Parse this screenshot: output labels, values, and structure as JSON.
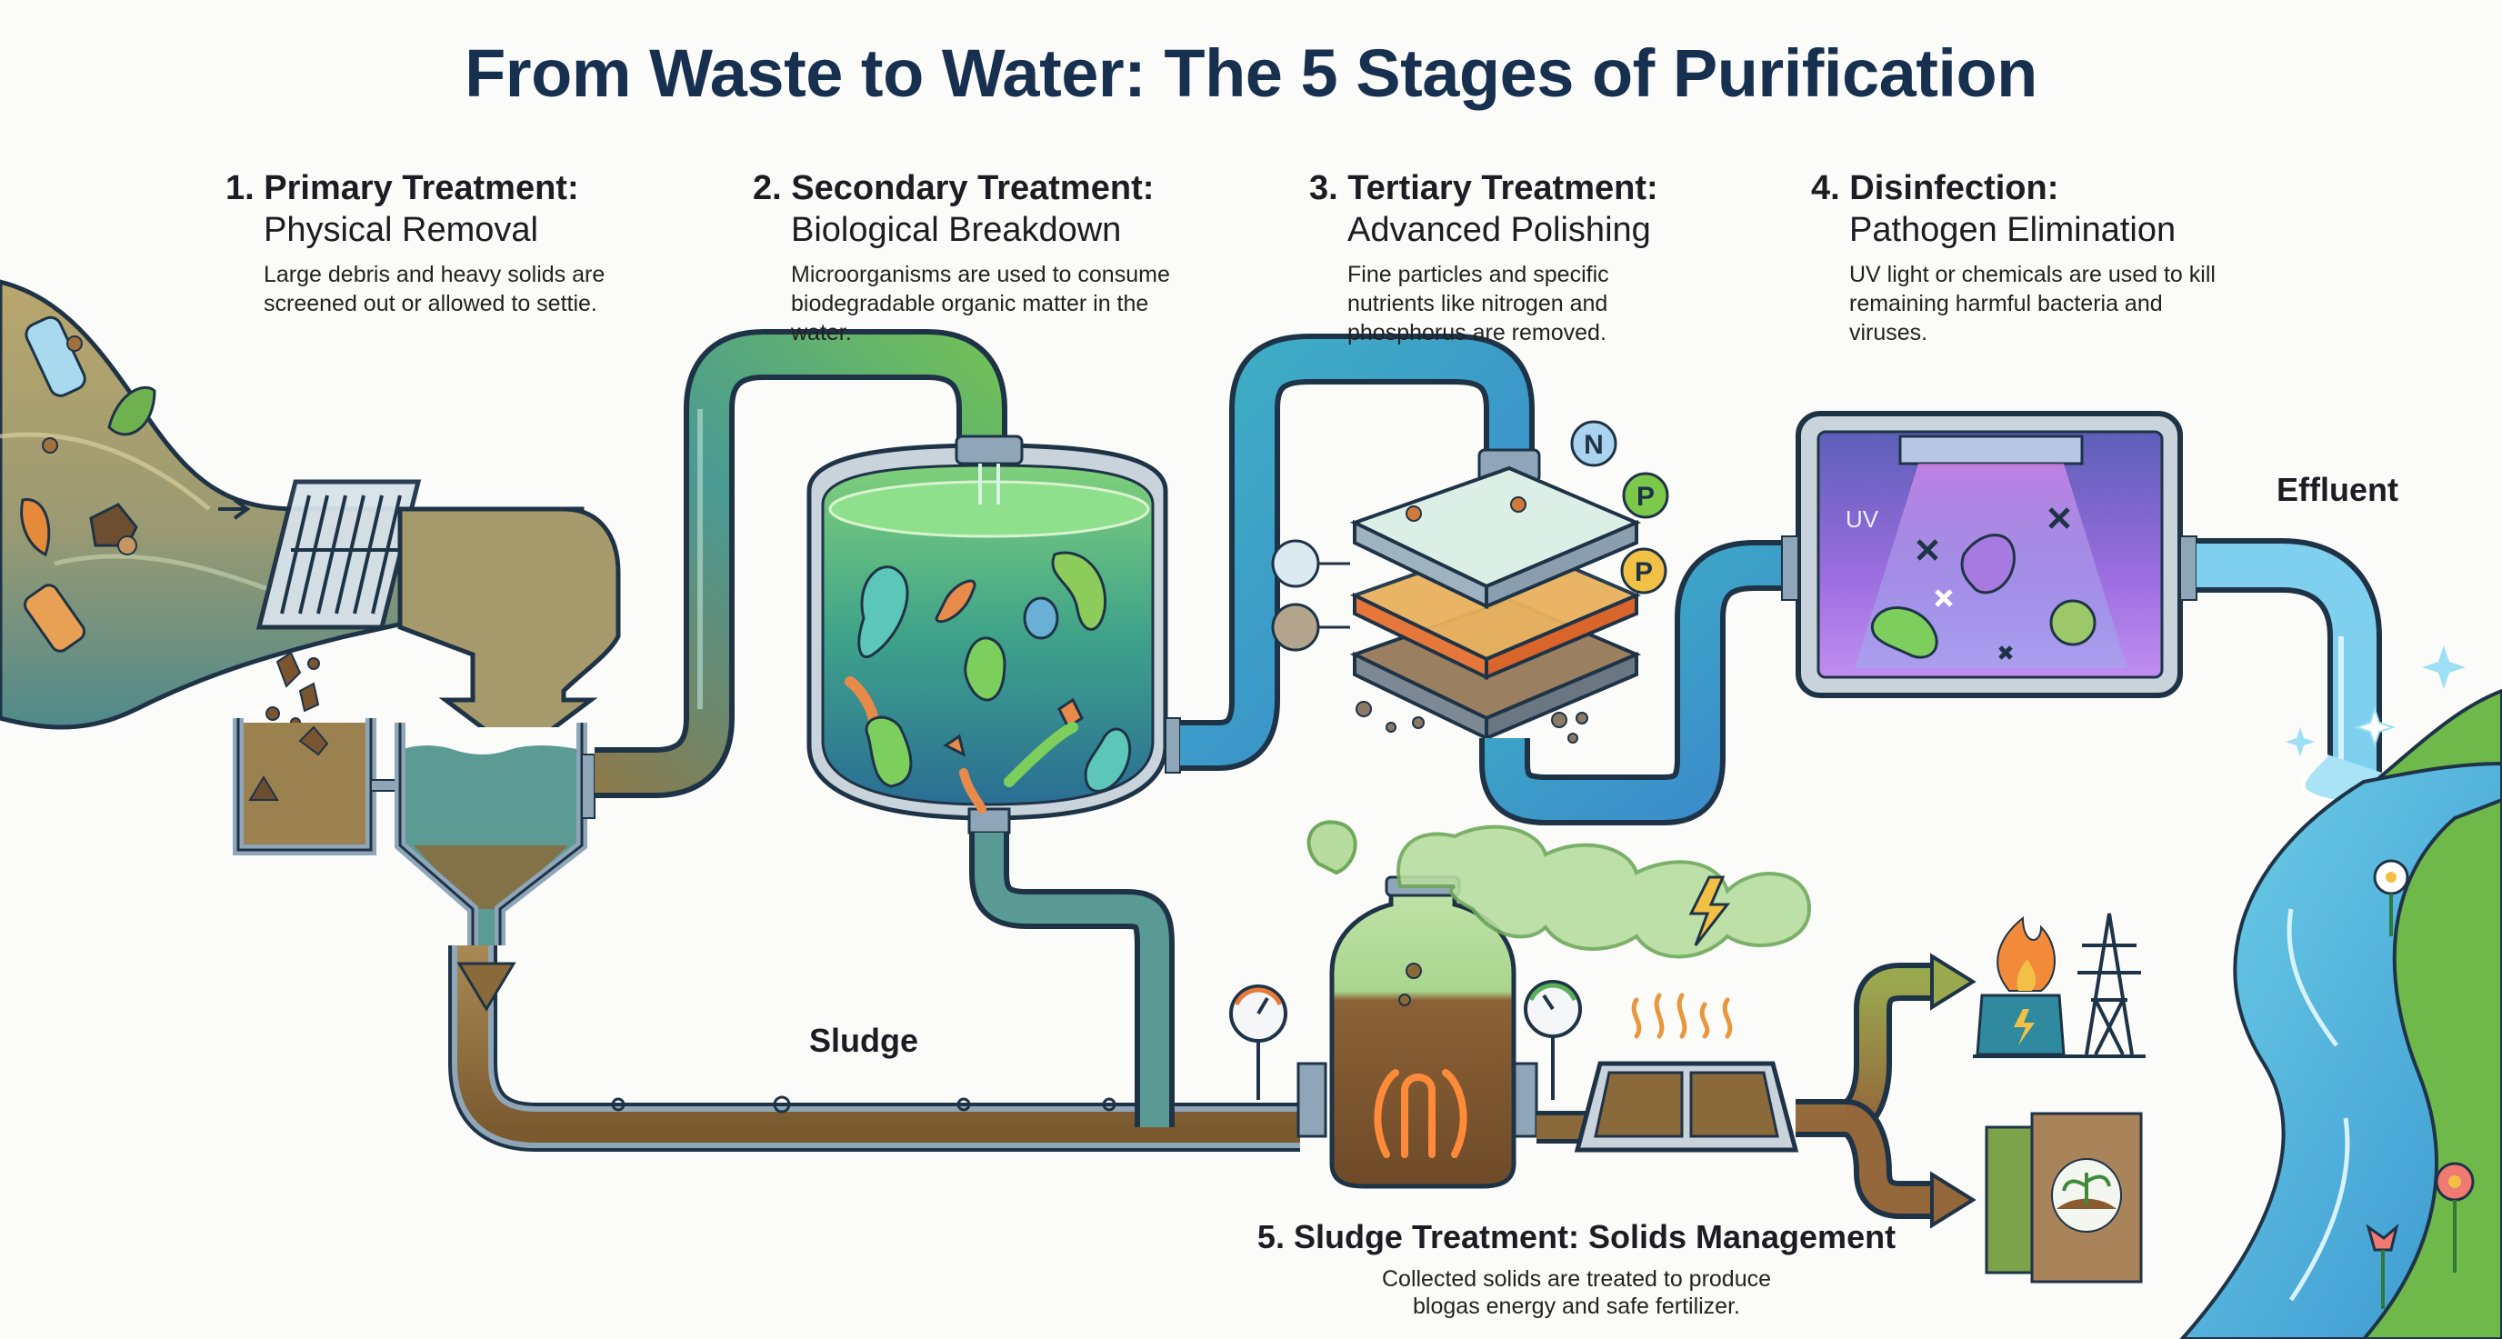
{
  "title": "From Waste to Water: The 5 Stages of Purification",
  "stages": [
    {
      "number": "1.",
      "heading": "1. Primary Treatment:",
      "subheading": "Physical Removal",
      "description": "Large debris and heavy solids are screened out or allowed to settie."
    },
    {
      "number": "2.",
      "heading": "2. Secondary Treatment:",
      "subheading": "Biological Breakdown",
      "description": "Microorganisms are used to consume biodegradable organic matter in the water."
    },
    {
      "number": "3.",
      "heading": "3. Tertiary Treatment:",
      "subheading": "Advanced Polishing",
      "description": "Fine particles and specific nutrients like nitrogen and phosphorus are removed."
    },
    {
      "number": "4.",
      "heading": "4. Disinfection:",
      "subheading": "Pathogen Elimination",
      "description": "UV light or chemicals are used to kill remaining harmful bacteria and viruses."
    },
    {
      "number": "5.",
      "heading": "5. Sludge Treatment: Solids Management",
      "subheading": "",
      "description": "Collected solids are treated to produce blogas energy and safe fertilizer."
    }
  ],
  "labels": {
    "sludge": "Sludge",
    "effluent": "Effluent",
    "uv": "UV",
    "nutrient_n": "N",
    "nutrient_p1": "P",
    "nutrient_p2": "P"
  },
  "icons": {
    "bar_screen": "bar-screen-icon",
    "clarifier": "settling-tank-icon",
    "aeration_tank": "bioreactor-tank-icon",
    "filter": "layered-filter-icon",
    "uv_chamber": "uv-chamber-icon",
    "digester": "anaerobic-digester-icon",
    "drying_bed": "drying-bed-icon",
    "biogas": "biogas-flame-icon",
    "power_tower": "power-tower-icon",
    "fertilizer": "fertilizer-bag-icon",
    "river": "river-icon"
  },
  "colors": {
    "title": "#17304f",
    "wastewater": "#a8965e",
    "sludge": "#8a6a3a",
    "bio_green": "#5fbf6a",
    "clean_blue": "#4aa6d8",
    "uv_purple": "#8a5fd6",
    "pipe_steel": "#8fa6b8",
    "outline": "#1f3347"
  }
}
